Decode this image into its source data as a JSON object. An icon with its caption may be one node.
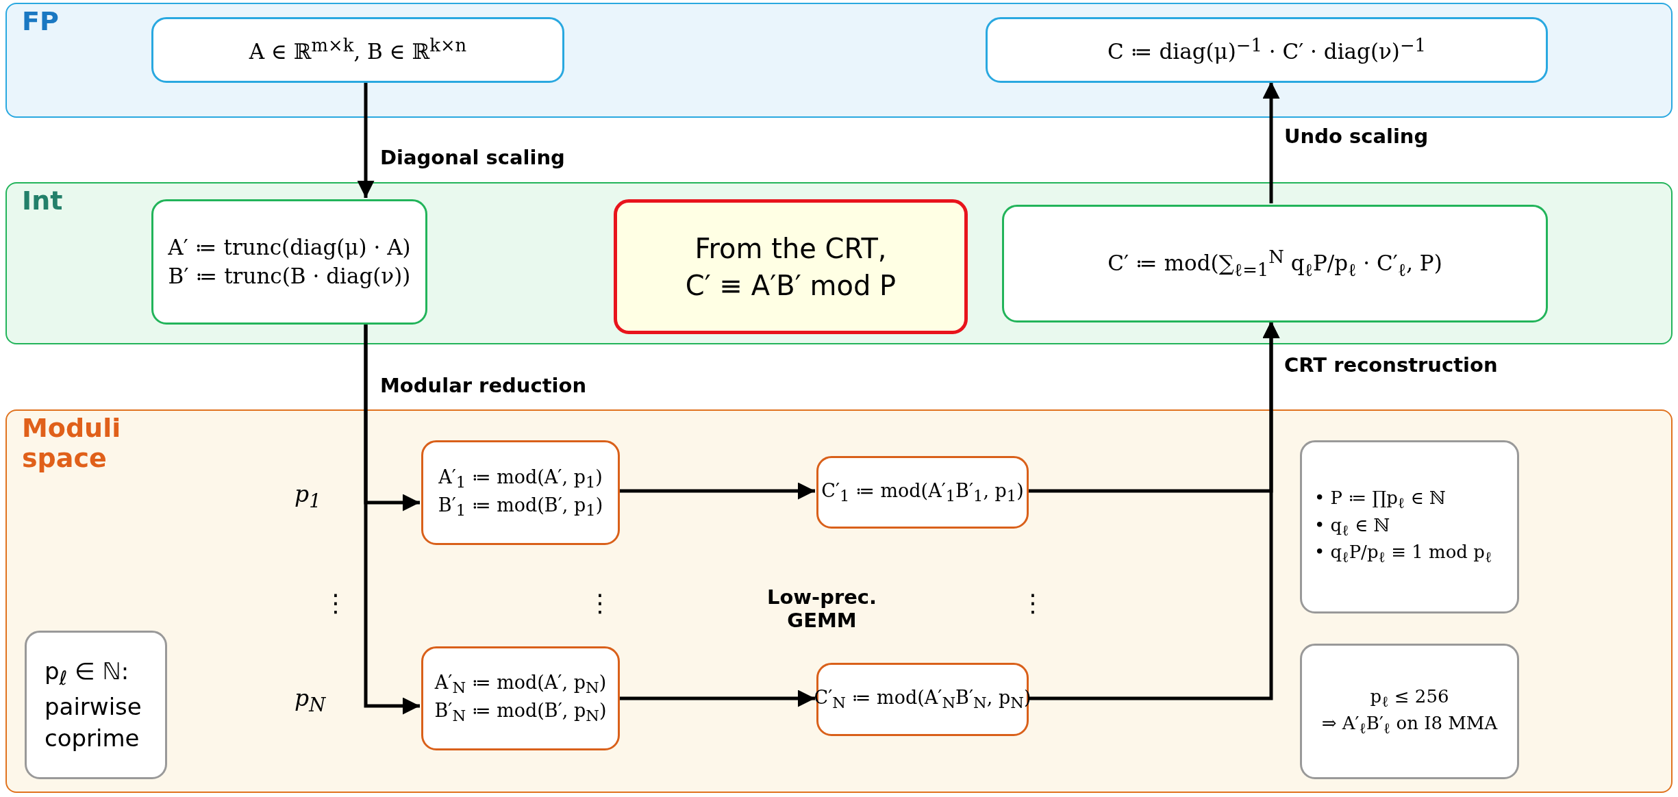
{
  "diagram": {
    "nodes": [
      {
        "text": [
          "FP"
        ]
      },
      {
        "text": [
          "A ∈ ℝ$^{m×k}$, B ∈ ℝ$^{k×n}$"
        ],
        "in": 0
      },
      {
        "text": [
          "C ≔ diag(μ)$^{−1}$ · C′ · diag(ν)$^{−1}$"
        ],
        "in": 0
      },
      {
        "text": [
          "Int"
        ]
      },
      {
        "text": [
          "A′ ≔ trunc(diag(μ) · A)",
          "B′ ≔ trunc(B · diag(ν))"
        ],
        "in": 3
      },
      {
        "text": [
          "From the CRT,",
          "C′ ≡ A′B′ mod P"
        ],
        "in": 3
      },
      {
        "text": [
          "C′ ≔ mod(∑$_{ℓ=1}$$^{N}$ q$_{ℓ}$P/p$_{ℓ}$ · C′$_{ℓ}$, P)"
        ],
        "in": 3
      },
      {
        "text": [
          "Moduli space"
        ]
      },
      {
        "text": [
          "A′$_{1}$ ≔ mod(A′, p$_{1}$)",
          "B′$_{1}$ ≔ mod(B′, p$_{1}$)"
        ],
        "in": 7
      },
      {
        "text": [
          "C′$_{1}$ ≔ mod(A′$_{1}$B′$_{1}$, p$_{1}$)"
        ],
        "in": 7
      },
      {
        "text": [
          "A′$_{N}$ ≔ mod(A′, p$_{N}$)",
          "B′$_{N}$ ≔ mod(B′, p$_{N}$)"
        ],
        "in": 7
      },
      {
        "text": [
          "C′$_{N}$ ≔ mod(A′$_{N}$B′$_{N}$, p$_{N}$)"
        ],
        "in": 7
      },
      {
        "text": [
          "p$_{ℓ}$ ∈ ℕ: pairwise coprime"
        ],
        "in": 7
      },
      {
        "text": [
          "• P ≔ ∏p$_{ℓ}$ ∈ ℕ",
          "• q$_{ℓ}$ ∈ ℕ",
          "• q$_{ℓ}$P/p$_{ℓ}$ ≡ 1 mod p$_{ℓ}$"
        ],
        "in": 7
      },
      {
        "text": [
          "p$_{ℓ}$ ≤ 256",
          "⇒ A′$_{ℓ}$B′$_{ℓ}$ on I8 MMA"
        ],
        "in": 7
      }
    ],
    "edges": [
      {
        "from": 1,
        "to": 4,
        "arrow": "to",
        "label": "Diagonal scaling"
      },
      {
        "from": 6,
        "to": 2,
        "arrow": "to",
        "label": "Undo scaling"
      },
      {
        "from": 4,
        "to": 8,
        "arrow": "to",
        "label": "p$_{1}$"
      },
      {
        "from": 4,
        "to": 10,
        "arrow": "to",
        "label": "p$_{N}$"
      },
      {
        "from": 8,
        "to": 9,
        "arrow": "to"
      },
      {
        "from": 10,
        "to": 11,
        "arrow": "to"
      },
      {
        "from": 9,
        "to": 6,
        "arrow": "to"
      },
      {
        "from": 11,
        "to": 6,
        "arrow": "to"
      }
    ],
    "labels": [
      "Modular reduction",
      "CRT reconstruction",
      "⋮",
      "⋮",
      "Low-prec. GEMM",
      "⋮"
    ]
  }
}
